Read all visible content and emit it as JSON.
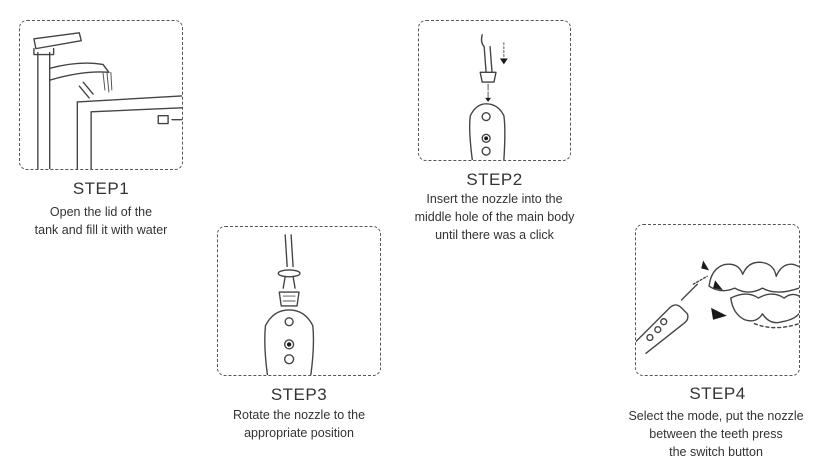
{
  "steps": [
    {
      "title": "STEP1",
      "lines": [
        "Open the lid of the",
        "tank and fill it with water"
      ]
    },
    {
      "title": "STEP2",
      "lines": [
        "Insert the nozzle into the",
        "middle hole of the main body",
        "until there was a click"
      ]
    },
    {
      "title": "STEP3",
      "lines": [
        "Rotate the nozzle to the",
        "appropriate position"
      ]
    },
    {
      "title": "STEP4",
      "lines": [
        "Select the mode, put the nozzle",
        "between the teeth press",
        "the switch button"
      ]
    }
  ]
}
